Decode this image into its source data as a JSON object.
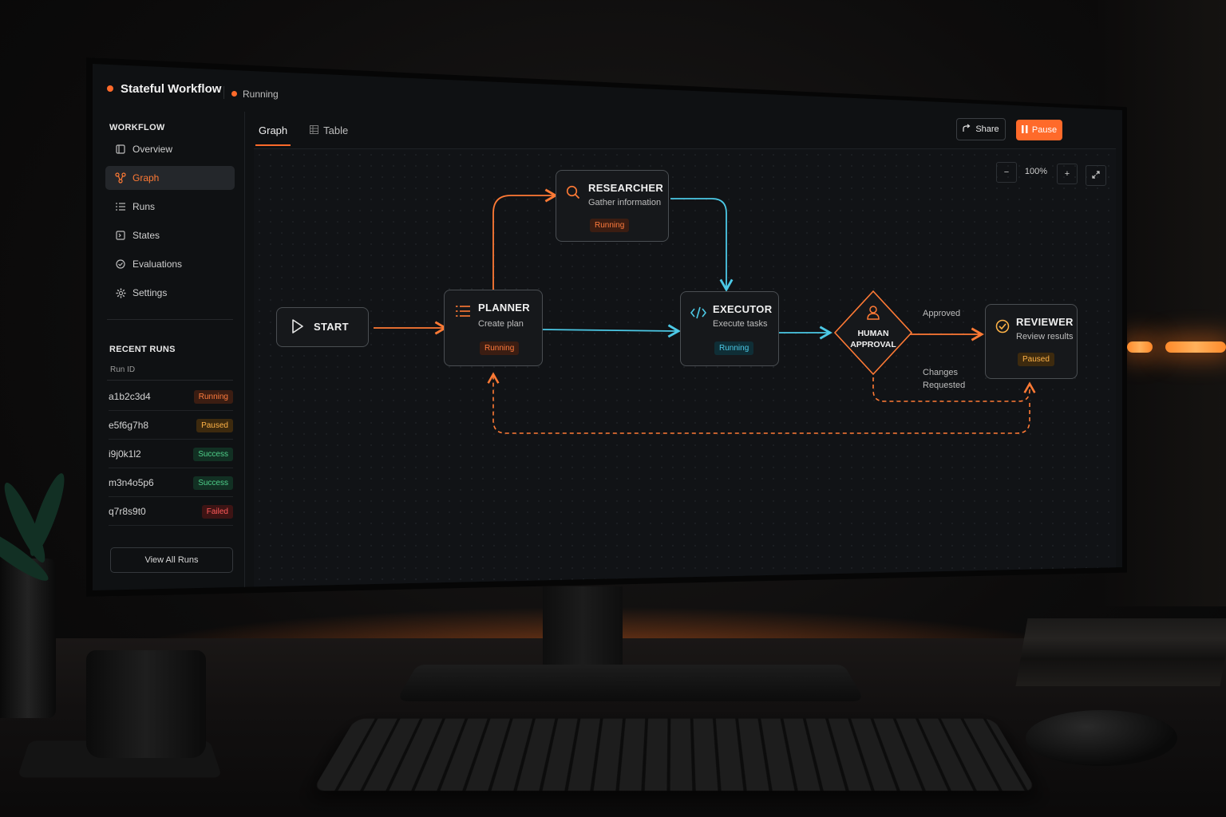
{
  "app": {
    "title": "Stateful Workflow",
    "status": "Running",
    "accent": "#ff6a2a"
  },
  "sidebar": {
    "section_label": "WORKFLOW",
    "items": [
      {
        "label": "Overview",
        "icon": "overview-icon"
      },
      {
        "label": "Graph",
        "icon": "graph-icon",
        "active": true
      },
      {
        "label": "Runs",
        "icon": "list-icon"
      },
      {
        "label": "States",
        "icon": "states-icon"
      },
      {
        "label": "Evaluations",
        "icon": "evaluations-icon"
      },
      {
        "label": "Settings",
        "icon": "gear-icon"
      }
    ],
    "recent_runs_label": "RECENT RUNS",
    "run_id_header": "Run ID",
    "runs": [
      {
        "id": "a1b2c3d4",
        "status": "Running"
      },
      {
        "id": "e5f6g7h8",
        "status": "Paused"
      },
      {
        "id": "i9j0k1l2",
        "status": "Success"
      },
      {
        "id": "m3n4o5p6",
        "status": "Success"
      },
      {
        "id": "q7r8s9t0",
        "status": "Failed"
      }
    ],
    "view_all_label": "View All Runs"
  },
  "toolbar": {
    "tabs": [
      {
        "label": "Graph",
        "active": true
      },
      {
        "label": "Table",
        "icon": "table-icon"
      }
    ],
    "share_label": "Share",
    "pause_label": "Pause",
    "zoom_level": "100%",
    "zoom_out": "−",
    "zoom_in": "+"
  },
  "graph": {
    "nodes": {
      "start": {
        "title": "START"
      },
      "planner": {
        "title": "PLANNER",
        "subtitle": "Create plan",
        "status": "Running"
      },
      "researcher": {
        "title": "RESEARCHER",
        "subtitle": "Gather information",
        "status": "Running"
      },
      "executor": {
        "title": "EXECUTOR",
        "subtitle": "Execute tasks",
        "status": "Running"
      },
      "human_approval": {
        "title_line1": "HUMAN",
        "title_line2": "APPROVAL"
      },
      "reviewer": {
        "title": "REVIEWER",
        "subtitle": "Review results",
        "status": "Paused"
      }
    },
    "edge_labels": {
      "approved": "Approved",
      "changes_line1": "Changes",
      "changes_line2": "Requested"
    },
    "colors": {
      "orange_edge": "#ff7a35",
      "cyan_edge": "#4cc9e6"
    }
  }
}
